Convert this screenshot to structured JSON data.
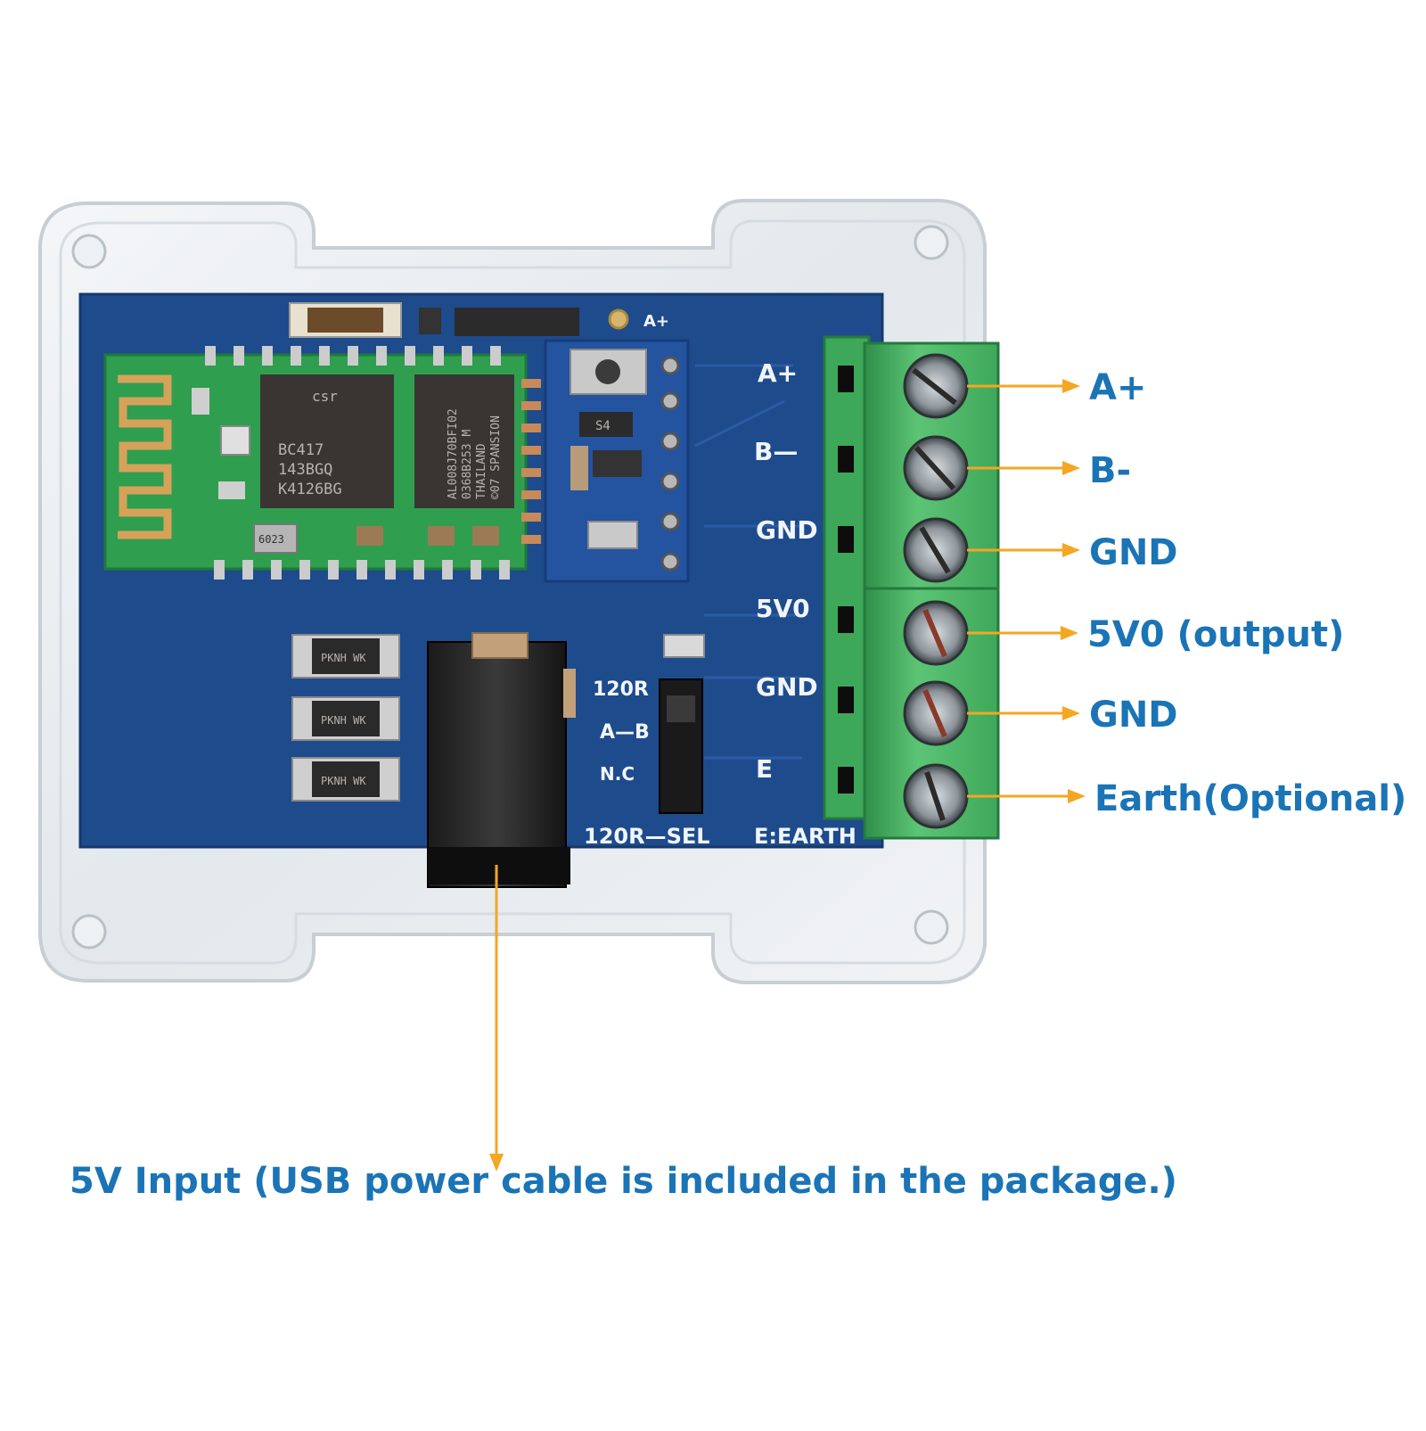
{
  "colors": {
    "label": "#1a74b6",
    "arrow": "#f5a623",
    "pcb": "#1e4b8c",
    "terminal": "#4cb665",
    "module": "#2f9e4f"
  },
  "callouts": [
    {
      "id": "a-plus",
      "text": "A+"
    },
    {
      "id": "b-minus",
      "text": "B-"
    },
    {
      "id": "gnd-1",
      "text": "GND"
    },
    {
      "id": "five-v-output",
      "text": "5V0 (output)"
    },
    {
      "id": "gnd-2",
      "text": "GND"
    },
    {
      "id": "earth-optional",
      "text": "Earth(Optional)"
    },
    {
      "id": "five-v-input",
      "text": "5V Input (USB power cable is included in the package.)"
    }
  ],
  "silkscreen": {
    "a_plus": "A+",
    "b_minus": "B—",
    "gnd_1": "GND",
    "five_v0": "5V0",
    "gnd_2": "GND",
    "earth": "E",
    "earth_note": "E:EARTH",
    "r120": "120R",
    "a_b": "A—B",
    "nc": "N.C",
    "r120_sel": "120R—SEL",
    "top_a_plus": "A+"
  },
  "chips": {
    "bt_chip_line1": "BC417",
    "bt_chip_line2": "143BGQ",
    "bt_chip_line3": "K4126BG",
    "bt_chip_brand": "csr",
    "flash_line1": "AL008J70BFI02",
    "flash_line2": "0368B253 M",
    "flash_line3": "THAILAND",
    "flash_line4": "©07 SPANSION",
    "crystal": "6023",
    "diode": "S4",
    "cap_mark": "PKNH WK"
  }
}
